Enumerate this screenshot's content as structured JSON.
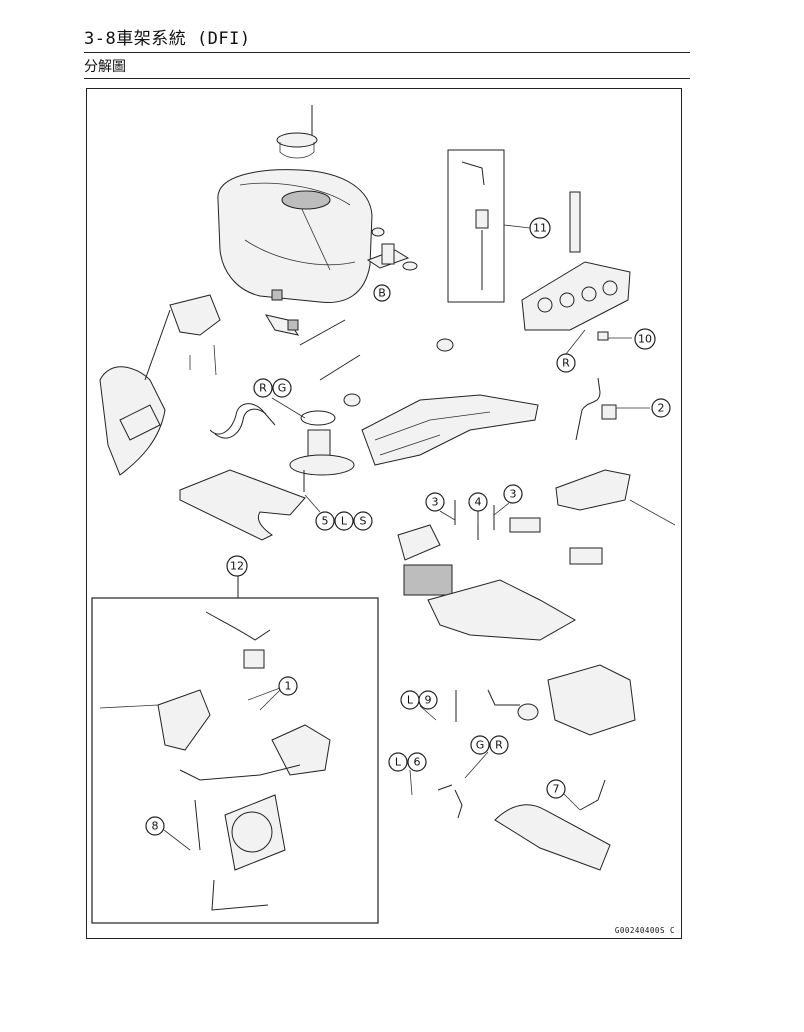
{
  "header": {
    "title": "3-8車架系統 (DFI)",
    "subtitle": "分解圖"
  },
  "diagram": {
    "figure_code": "G00240400S C",
    "callouts": {
      "c1": "1",
      "c2": "2",
      "c3a": "3",
      "c3b": "3",
      "c4": "4",
      "c5": "5",
      "c6": "6",
      "c7": "7",
      "c8": "8",
      "c9": "9",
      "c10": "10",
      "c11": "11",
      "c12": "12",
      "cB": "B",
      "cR1": "R",
      "cG1": "G",
      "cL1": "L",
      "cS1": "S",
      "cR2": "R",
      "cL2": "L",
      "cG2": "G",
      "cR3": "R",
      "cL3": "L"
    }
  }
}
